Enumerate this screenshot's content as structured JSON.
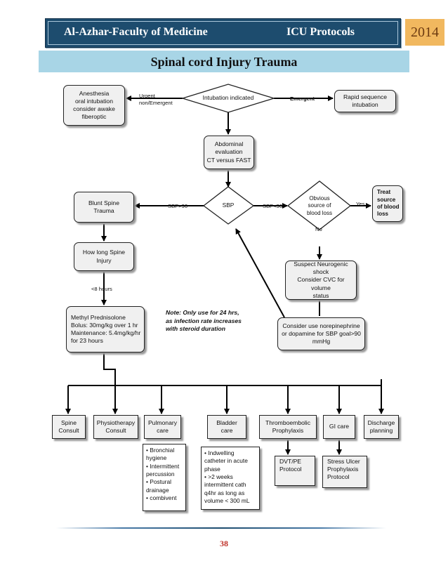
{
  "header": {
    "institution": "Al-Azhar-Faculty of Medicine",
    "series": "ICU Protocols",
    "year": "2014"
  },
  "page_title": "Spinal cord Injury Trauma",
  "nodes": {
    "anesthesia": "Anesthesia\noral intubation\nconsider awake\nfiberoptic",
    "intubation": "Intubation indicated",
    "rsi": "Rapid sequence\nintubation",
    "abdominal": "Abdominal\nevaluation\nCT versus FAST",
    "sbp": "SBP",
    "obvious": "Obvious\nsource of\nblood loss",
    "treat": "Treat\nsource\nof blood\nloss",
    "blunt": "Blunt Spine\nTrauma",
    "how_long": "How long Spine\nInjury",
    "neurogenic": "Suspect Neurogenic\nshock\nConsider CVC for volume\nstatus",
    "norepi": "Consider use norepinephrine\nor dopamine for SBP goal>90\nmmHg",
    "methyl": "Methyl Prednisolone\nBolus: 30mg/kg over 1 hr\nMaintenance: 5.4mg/kg/hr\nfor 23 hours",
    "note": "Note: Only use for 24 hrs, as infection rate increases with steroid duration",
    "spine_consult": "Spine\nConsult",
    "physio": "Physiotherapy\nConsult",
    "pulmonary": "Pulmonary\ncare",
    "bladder": "Bladder\ncare",
    "thrombo": "Thromboembolic\nProphylaxis",
    "gi": "GI care",
    "discharge": "Discharge\nplanning",
    "dvt": "DVT/PE\nProtocol",
    "stress": "Stress Ulcer\nProphylaxis\nProtocol",
    "pulmonary_list": [
      "• Bronchial\n  hygiene",
      "• Intermittent\n  percussion",
      "• Postural\n  drainage",
      "• combivent"
    ],
    "bladder_list": [
      "• Indwelling\n  catheter in acute\n  phase",
      "• >2 weeks\n  intermittent cath\n  q4hr as long as\n  volume < 300 mL"
    ]
  },
  "edge_labels": {
    "urgent": "Urgent\nnon/Emergent",
    "emergent": "Emergent",
    "sbp_gt90": "SBP>90",
    "sbp_lt90": "SBP<90",
    "yes": "Yes",
    "no": "No",
    "lt8": "<8 hours"
  },
  "colors": {
    "header_bg": "#1d4c6e",
    "year_bg": "#f1b85f",
    "title_bg": "#a8d5e6",
    "box_fill": "#f0f0f0",
    "page_number": "#c0332a"
  },
  "page_number": "38"
}
